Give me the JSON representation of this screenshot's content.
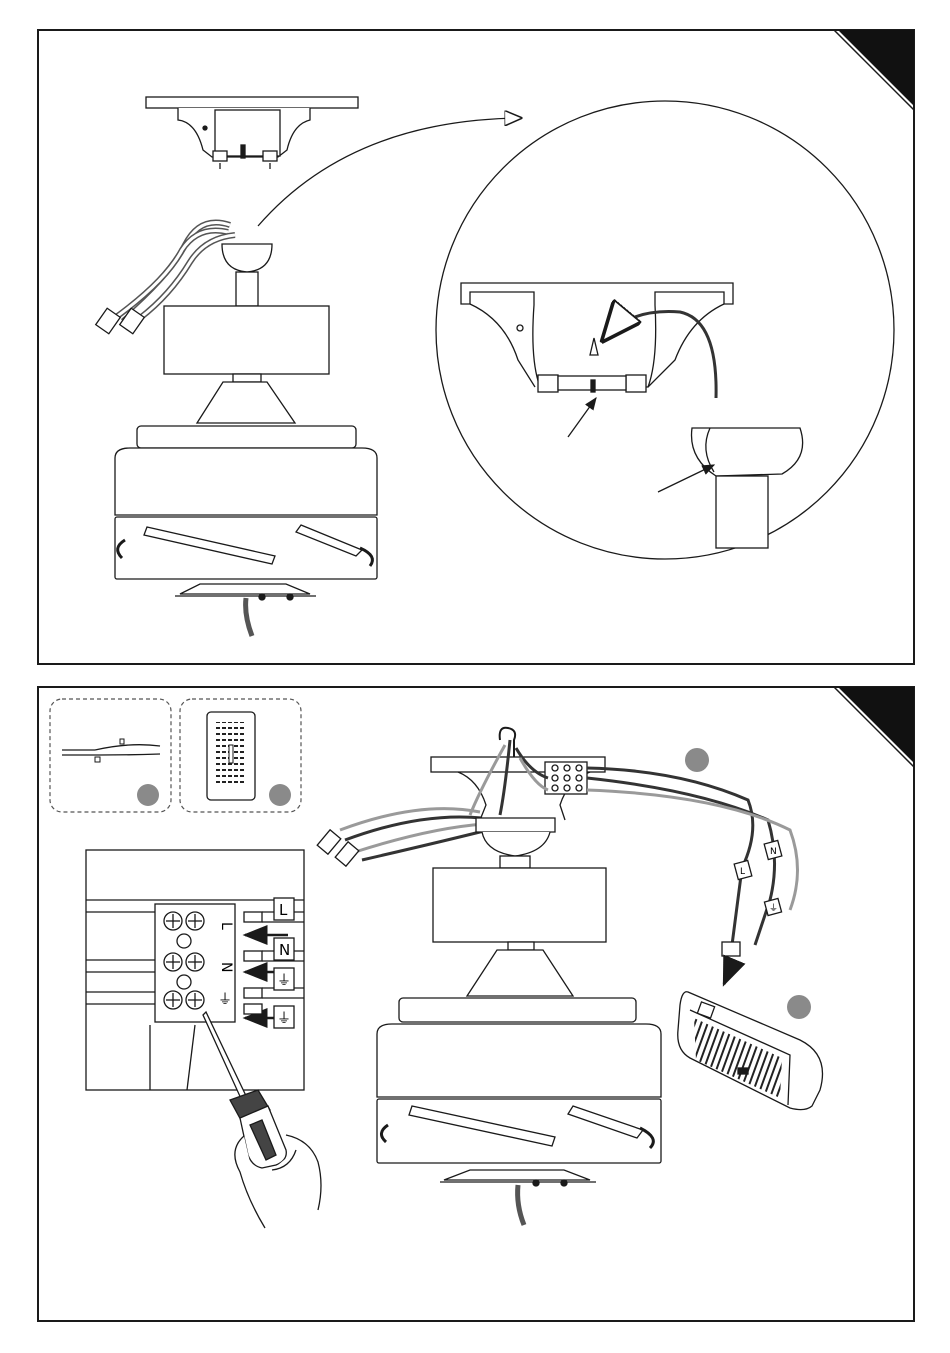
{
  "panel_top": {
    "corner_tab": "",
    "steps": []
  },
  "panel_bottom": {
    "corner_tab": "",
    "step_markers": [
      "",
      "",
      "",
      ""
    ],
    "terminal_labels": {
      "live": "L",
      "neutral": "N",
      "earth": "⏚"
    },
    "wire_tags": {
      "live": "L",
      "neutral": "N",
      "earth": "⏚"
    }
  },
  "colors": {
    "line": "#1a1a1a",
    "marker_fill": "#8a8a8a",
    "corner_fill": "#111111",
    "wire_gray": "#9a9a9a",
    "wire_dark": "#333333"
  }
}
